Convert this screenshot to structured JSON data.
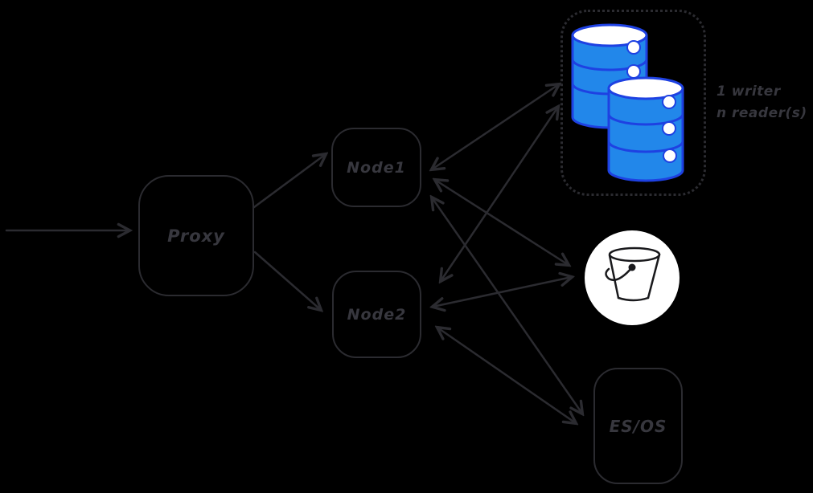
{
  "title": "cluster-architecture-diagram",
  "colors": {
    "background": "#000000",
    "ink": "#2b2b30",
    "label_text": "#37373e",
    "database_fill": "#2287ea",
    "database_stroke": "#1e41e2",
    "bucket_background": "#ffffff",
    "bucket_ink": "#19191c"
  },
  "nodes": {
    "proxy": {
      "label": "Proxy"
    },
    "node1": {
      "label": "Node1"
    },
    "node2": {
      "label": "Node2"
    },
    "esos": {
      "label": "ES/OS"
    }
  },
  "database_cluster": {
    "cylinder_count": 2,
    "annotation": {
      "line1": "1 writer",
      "line2": "n reader(s)"
    }
  },
  "icons": {
    "database": "database-cylinders-icon",
    "bucket": "bucket-icon"
  },
  "edges": [
    {
      "from": "external",
      "to": "proxy",
      "bidirectional": false
    },
    {
      "from": "proxy",
      "to": "node1",
      "bidirectional": false
    },
    {
      "from": "proxy",
      "to": "node2",
      "bidirectional": false
    },
    {
      "from": "node1",
      "to": "database-cluster",
      "bidirectional": true
    },
    {
      "from": "node1",
      "to": "bucket",
      "bidirectional": true
    },
    {
      "from": "node1",
      "to": "es-os",
      "bidirectional": true
    },
    {
      "from": "node2",
      "to": "database-cluster",
      "bidirectional": true
    },
    {
      "from": "node2",
      "to": "bucket",
      "bidirectional": true
    },
    {
      "from": "node2",
      "to": "es-os",
      "bidirectional": true
    }
  ]
}
